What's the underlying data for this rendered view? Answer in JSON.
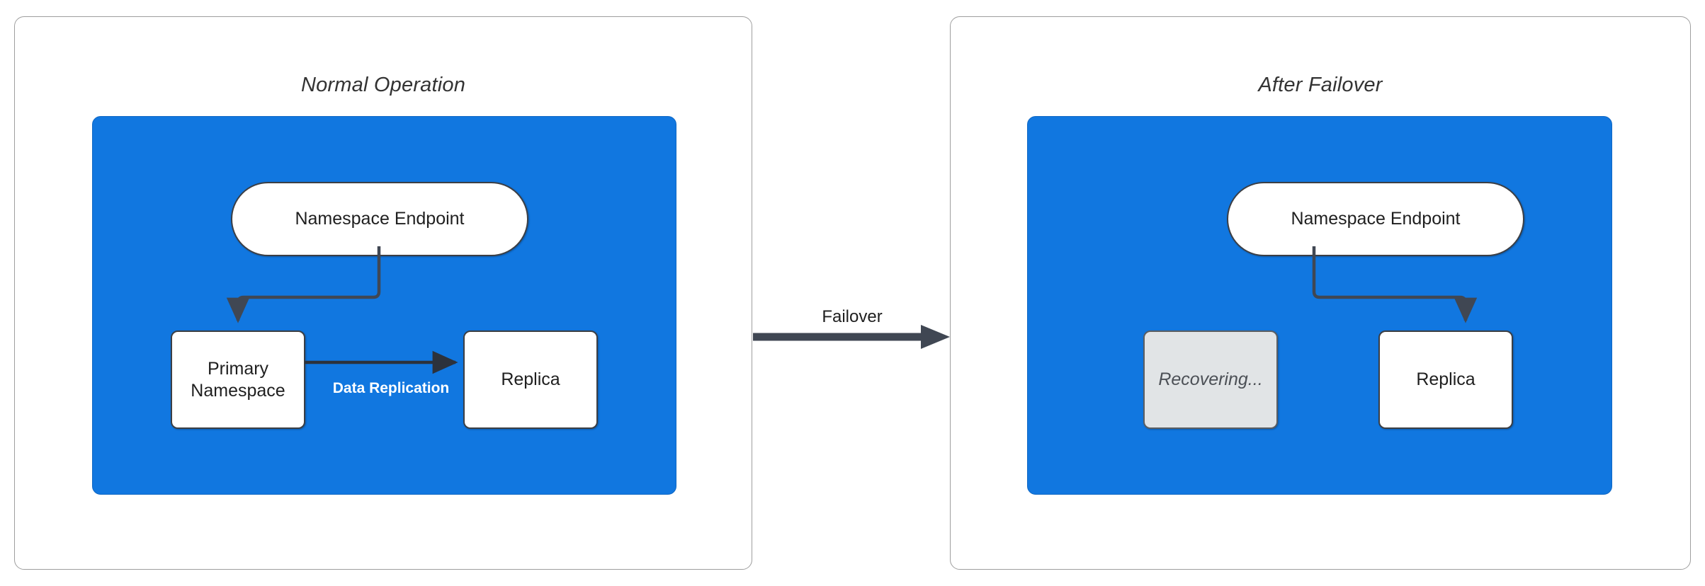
{
  "diagram": {
    "title_left": "Normal Operation",
    "title_right": "After Failover",
    "accent_blue": "#1177E0",
    "node_border": "#3c3f45",
    "muted_fill": "#E1E4E6",
    "arrow_color": "#404753"
  },
  "panels": [
    {
      "id": "normal-operation",
      "title": "Normal Operation",
      "nodes": [
        {
          "id": "endpoint",
          "label": "Namespace Endpoint",
          "shape": "pill",
          "state": "active"
        },
        {
          "id": "primary",
          "label": "Primary\nNamespace",
          "shape": "rect",
          "state": "active"
        },
        {
          "id": "replica",
          "label": "Replica",
          "shape": "rect",
          "state": "active"
        }
      ],
      "edges": [
        {
          "from": "endpoint",
          "to": "primary",
          "label": ""
        },
        {
          "from": "primary",
          "to": "replica",
          "label": "Data Replication"
        }
      ]
    },
    {
      "id": "after-failover",
      "title": "After Failover",
      "nodes": [
        {
          "id": "endpoint2",
          "label": "Namespace Endpoint",
          "shape": "pill",
          "state": "active"
        },
        {
          "id": "recovering",
          "label": "Recovering...",
          "shape": "rect",
          "state": "recovering"
        },
        {
          "id": "replica2",
          "label": "Replica",
          "shape": "rect",
          "state": "active"
        }
      ],
      "edges": [
        {
          "from": "endpoint2",
          "to": "replica2",
          "label": ""
        }
      ]
    }
  ],
  "transition": {
    "label": "Failover",
    "from_panel": "normal-operation",
    "to_panel": "after-failover"
  },
  "labels": {
    "endpoint_left": "Namespace Endpoint",
    "endpoint_right": "Namespace Endpoint",
    "primary_line1": "Primary",
    "primary_line2": "Namespace",
    "replica_left": "Replica",
    "replica_right": "Replica",
    "recovering": "Recovering...",
    "data_replication": "Data Replication",
    "failover": "Failover"
  }
}
